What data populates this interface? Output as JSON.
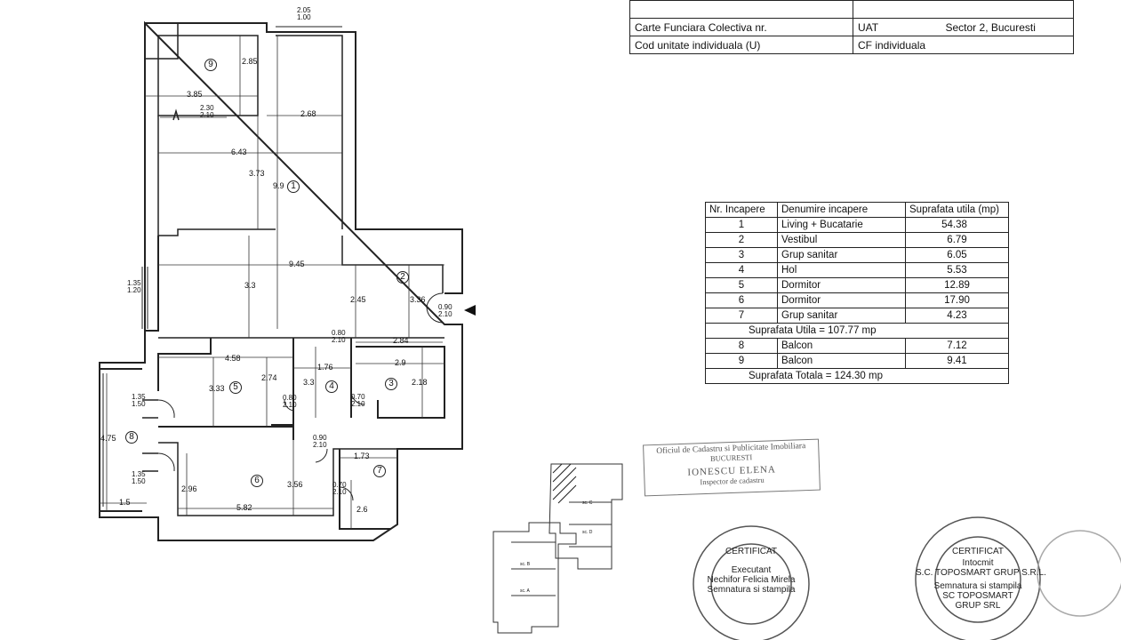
{
  "header_table": {
    "row0": [
      "",
      ""
    ],
    "row1": {
      "label": "Carte Funciara Colectiva nr.",
      "uat_label": "UAT",
      "uat_value": "Sector 2, Bucuresti"
    },
    "row2": {
      "label": "Cod unitate individuala (U)",
      "cf_label": "CF individuala"
    }
  },
  "rooms_table": {
    "headers": [
      "Nr. Incapere",
      "Denumire incapere",
      "Suprafata utila (mp)"
    ],
    "rows": [
      {
        "nr": "1",
        "name": "Living + Bucatarie",
        "area": "54.38"
      },
      {
        "nr": "2",
        "name": "Vestibul",
        "area": "6.79"
      },
      {
        "nr": "3",
        "name": "Grup sanitar",
        "area": "6.05"
      },
      {
        "nr": "4",
        "name": "Hol",
        "area": "5.53"
      },
      {
        "nr": "5",
        "name": "Dormitor",
        "area": "12.89"
      },
      {
        "nr": "6",
        "name": "Dormitor",
        "area": "17.90"
      },
      {
        "nr": "7",
        "name": "Grup sanitar",
        "area": "4.23"
      }
    ],
    "useful_total": "Suprafata Utila = 107.77 mp",
    "balconies": [
      {
        "nr": "8",
        "name": "Balcon",
        "area": "7.12"
      },
      {
        "nr": "9",
        "name": "Balcon",
        "area": "9.41"
      }
    ],
    "grand_total": "Suprafata Totala = 124.30 mp"
  },
  "plan": {
    "room_numbers": [
      "1",
      "2",
      "3",
      "4",
      "5",
      "6",
      "7",
      "8",
      "9"
    ],
    "dimensions": [
      "3.85",
      "2.85",
      "2.30",
      "2.10",
      "2.68",
      "6.43",
      "3.73",
      "9.9",
      "9.45",
      "3.3",
      "2.45",
      "3.36",
      "0.90",
      "2.10",
      "1.35",
      "1.20",
      "0.80",
      "2.10",
      "2.84",
      "4.58",
      "3.33",
      "2.74",
      "1.76",
      "3.3",
      "2.9",
      "2.18",
      "0.70",
      "2.10",
      "0.80",
      "2.10",
      "1.35",
      "1.50",
      "4.75",
      "0.90",
      "2.10",
      "1.73",
      "2.96",
      "3.56",
      "0.70",
      "2.10",
      "2.6",
      "5.82",
      "1.5",
      "1.35",
      "1.50",
      "2.05",
      "1.00"
    ]
  },
  "stamp_oficiu": {
    "line1": "Oficiul de Cadastru si Publicitate Imobiliara",
    "line2": "BUCURESTI",
    "line3": "IONESCU ELENA",
    "line4": "Inspector de cadastru"
  },
  "stamp_executant": {
    "line1": "CERTIFICAT",
    "line2": "Executant",
    "line3": "Nechifor Felicia Mirela",
    "line4": "Semnatura si stampila"
  },
  "stamp_intocmit": {
    "line1": "CERTIFICAT",
    "line2": "Intocmit",
    "line3": "S.C. TOPOSMART GRUP S.R.L.",
    "line4": "Semnatura si stampila",
    "line5": "SC TOPOSMART",
    "line6": "GRUP SRL"
  },
  "site_plan_labels": [
    "sc. C",
    "sc. D",
    "sc. B",
    "sc. A"
  ]
}
